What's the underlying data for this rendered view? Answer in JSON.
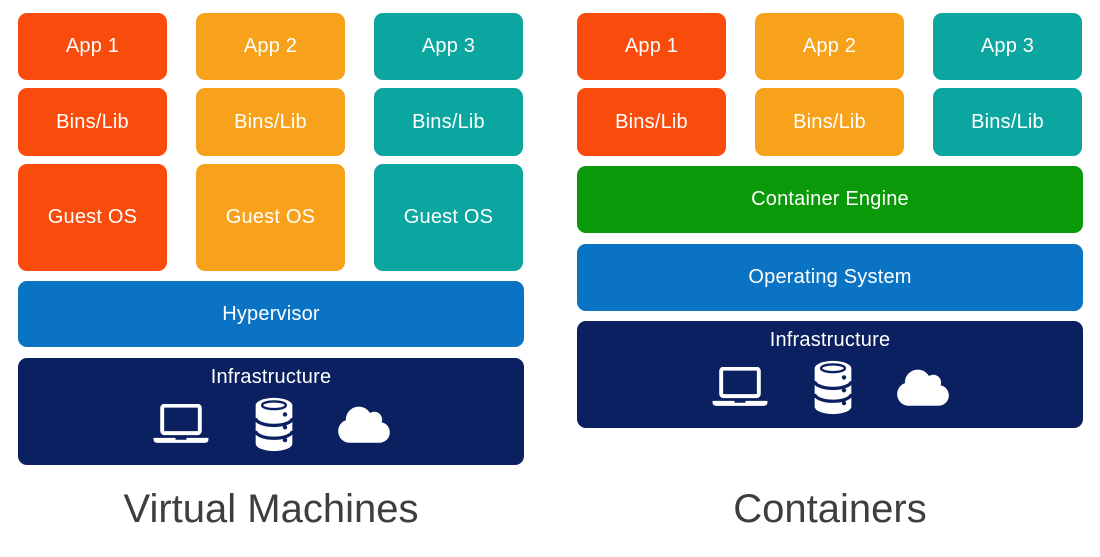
{
  "palette": {
    "app1_red": "#F94C0C",
    "app2_orange": "#F7A21A",
    "app3_teal": "#0CA6A0",
    "hypervisor_blue": "#0B73C4",
    "os_blue": "#0B73C4",
    "engine_green": "#0A9908",
    "infra_navy": "#0A2060",
    "caption_gray": "#3E3E3E",
    "box_text": "#FFFFFF"
  },
  "vm_stack": {
    "caption": "Virtual Machines",
    "columns": [
      {
        "app": "App 1",
        "bins": "Bins/Lib",
        "guest_os": "Guest OS"
      },
      {
        "app": "App 2",
        "bins": "Bins/Lib",
        "guest_os": "Guest OS"
      },
      {
        "app": "App 3",
        "bins": "Bins/Lib",
        "guest_os": "Guest OS"
      }
    ],
    "hypervisor": "Hypervisor",
    "infrastructure": {
      "label": "Infrastructure",
      "icons": [
        "laptop-icon",
        "database-icon",
        "cloud-icon"
      ]
    }
  },
  "container_stack": {
    "caption": "Containers",
    "columns": [
      {
        "app": "App 1",
        "bins": "Bins/Lib"
      },
      {
        "app": "App 2",
        "bins": "Bins/Lib"
      },
      {
        "app": "App 3",
        "bins": "Bins/Lib"
      }
    ],
    "container_engine": "Container Engine",
    "operating_system": "Operating System",
    "infrastructure": {
      "label": "Infrastructure",
      "icons": [
        "laptop-icon",
        "database-icon",
        "cloud-icon"
      ]
    }
  }
}
